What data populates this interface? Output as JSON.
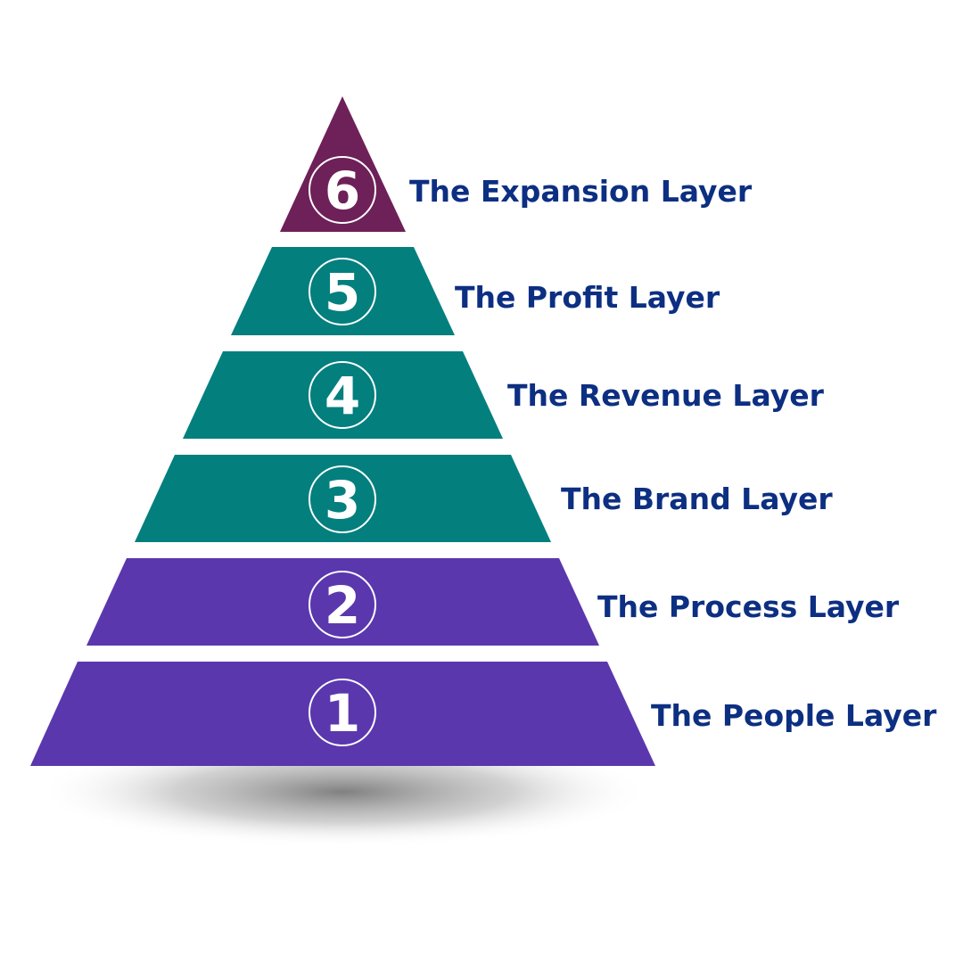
{
  "layers": [
    {
      "number": "6",
      "label": "The Expansion Layer",
      "color": "#6e2058"
    },
    {
      "number": "5",
      "label": "The Profit Layer",
      "color": "#037f7e"
    },
    {
      "number": "4",
      "label": "The Revenue Layer",
      "color": "#037f7e"
    },
    {
      "number": "3",
      "label": "The Brand Layer",
      "color": "#037f7e"
    },
    {
      "number": "2",
      "label": "The Process Layer",
      "color": "#5b37ae"
    },
    {
      "number": "1",
      "label": "The People Layer",
      "color": "#5b37ae"
    }
  ],
  "label_color": "#0d2f82"
}
